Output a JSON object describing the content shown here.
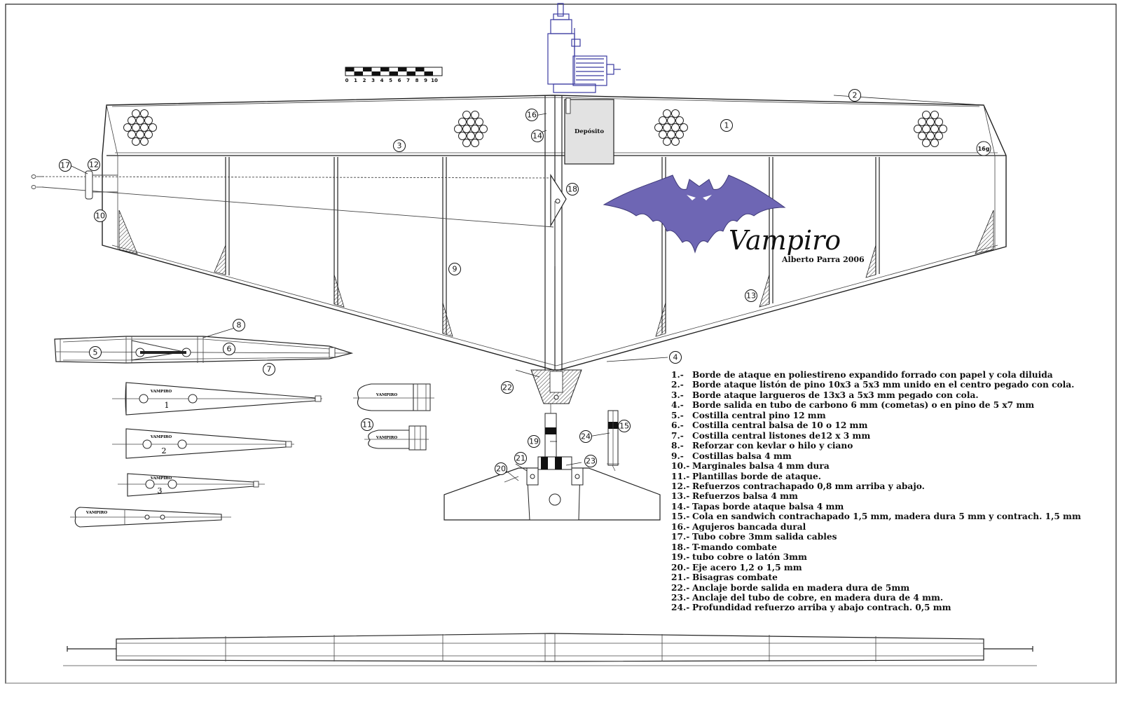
{
  "title": "Vampiro",
  "author": "Alberto Parra 2006",
  "tank_label": "Depósito",
  "weight_label": "16g",
  "template_label": "VAMPIRO",
  "scale_labels": [
    "0",
    "1",
    "2",
    "3",
    "4",
    "5",
    "6",
    "7",
    "8",
    "9",
    "10"
  ],
  "template_numbers": [
    "1",
    "2",
    "3"
  ],
  "colors": {
    "bat": "#6e66b4",
    "engine": "#3a3aa0",
    "tank": "#e2e2e2",
    "line": "#222222"
  },
  "callouts": [
    {
      "n": "1"
    },
    {
      "n": "2"
    },
    {
      "n": "3"
    },
    {
      "n": "4"
    },
    {
      "n": "5"
    },
    {
      "n": "6"
    },
    {
      "n": "7"
    },
    {
      "n": "8"
    },
    {
      "n": "9"
    },
    {
      "n": "10"
    },
    {
      "n": "11"
    },
    {
      "n": "12"
    },
    {
      "n": "13"
    },
    {
      "n": "14"
    },
    {
      "n": "15"
    },
    {
      "n": "16"
    },
    {
      "n": "17"
    },
    {
      "n": "18"
    },
    {
      "n": "19"
    },
    {
      "n": "20"
    },
    {
      "n": "21"
    },
    {
      "n": "22"
    },
    {
      "n": "23"
    },
    {
      "n": "24"
    }
  ],
  "legend": [
    {
      "num": "1.-",
      "text": "Borde de ataque en poliestireno expandido forrado con papel y cola diluida"
    },
    {
      "num": "2.-",
      "text": "Borde ataque listón de pino 10x3 a 5x3 mm unido en el centro pegado con cola."
    },
    {
      "num": "3.-",
      "text": "Borde ataque largueros de 13x3 a 5x3 mm pegado con cola."
    },
    {
      "num": "4.-",
      "text": "Borde salida en tubo de carbono 6 mm (cometas) o en pino de 5 x7 mm"
    },
    {
      "num": "5.-",
      "text": "Costilla central pino 12 mm"
    },
    {
      "num": "6.-",
      "text": "Costilla central balsa de 10 o 12 mm"
    },
    {
      "num": "7.-",
      "text": "Costilla central listones de12 x 3 mm"
    },
    {
      "num": "8.-",
      "text": "Reforzar con kevlar o hilo y ciano"
    },
    {
      "num": "9.-",
      "text": "Costillas balsa 4 mm"
    },
    {
      "num": "10.-",
      "text": "Marginales balsa 4 mm dura"
    },
    {
      "num": "11.-",
      "text": "Plantillas borde de ataque."
    },
    {
      "num": "12.-",
      "text": "Refuerzos contrachapado 0,8 mm arriba y abajo."
    },
    {
      "num": "13.-",
      "text": "Refuerzos balsa 4 mm"
    },
    {
      "num": "14.-",
      "text": "Tapas borde ataque balsa 4 mm"
    },
    {
      "num": "15.-",
      "text": "Cola en sandwich contrachapado 1,5 mm, madera dura 5 mm y contrach. 1,5 mm"
    },
    {
      "num": "16.-",
      "text": "Agujeros bancada dural"
    },
    {
      "num": "17.-",
      "text": "Tubo cobre 3mm salida cables"
    },
    {
      "num": "18.-",
      "text": "T-mando combate"
    },
    {
      "num": "19.-",
      "text": "tubo cobre o latón 3mm"
    },
    {
      "num": "20.-",
      "text": "Eje acero 1,2 o 1,5 mm"
    },
    {
      "num": "21.-",
      "text": "Bisagras combate"
    },
    {
      "num": "22.-",
      "text": "Anclaje borde salida en madera dura de 5mm"
    },
    {
      "num": "23.-",
      "text": "Anclaje del tubo de cobre, en madera dura de 4 mm."
    },
    {
      "num": "24.-",
      "text": "Profundidad refuerzo arriba y abajo contrach. 0,5 mm"
    }
  ]
}
